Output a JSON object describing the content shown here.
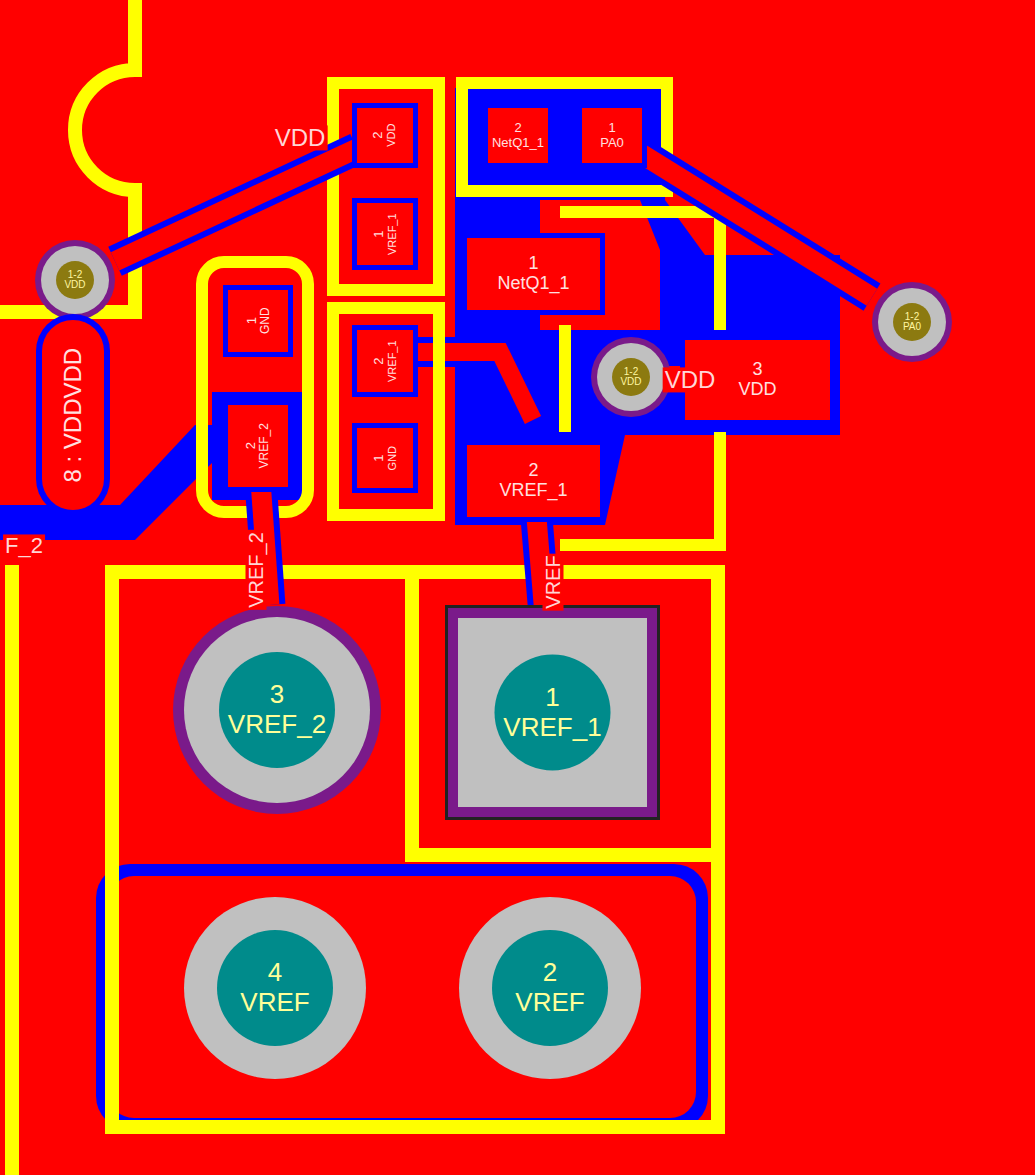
{
  "diagram": {
    "nodes": [
      {
        "text": [
          "2",
          "VDD"
        ]
      },
      {
        "text": [
          "1",
          "VREF_1"
        ]
      },
      {
        "text": [
          "2",
          "VREF_1"
        ]
      },
      {
        "text": [
          "1",
          "GND"
        ]
      },
      {
        "text": [
          "1",
          "GND"
        ]
      },
      {
        "text": [
          "2",
          "VREF_2"
        ]
      },
      {
        "text": [
          "2",
          "NetQ1_1"
        ]
      },
      {
        "text": [
          "1",
          "PA0"
        ]
      },
      {
        "text": [
          "1",
          "NetQ1_1"
        ]
      },
      {
        "text": [
          "2",
          "VREF_1"
        ]
      },
      {
        "text": [
          "3",
          "VDD"
        ]
      },
      {
        "text": [
          "1-2",
          "VDD"
        ]
      },
      {
        "text": [
          "1-2",
          "PA0"
        ]
      },
      {
        "text": [
          "1-2",
          "VDD"
        ]
      },
      {
        "text": [
          "3",
          "VREF_2"
        ]
      },
      {
        "text": [
          "1",
          "VREF_1"
        ]
      },
      {
        "text": [
          "4",
          "VREF"
        ]
      },
      {
        "text": [
          "2",
          "VREF"
        ]
      },
      {
        "text": [
          "8 : VDDVDD"
        ]
      }
    ],
    "edges": [
      {
        "from": 11,
        "to": 0,
        "arrow": "none"
      },
      {
        "from": 7,
        "to": 12,
        "arrow": "none"
      },
      {
        "from": 9,
        "to": 15,
        "arrow": "none"
      },
      {
        "from": 5,
        "to": 14,
        "arrow": "none"
      }
    ],
    "labels": [
      "VDD",
      "VDD",
      "VREF_2",
      "VREF",
      "F_2"
    ]
  }
}
